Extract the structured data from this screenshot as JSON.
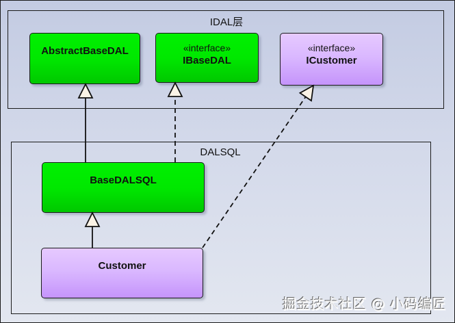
{
  "packages": {
    "idal": {
      "label": "IDAL层"
    },
    "dalsql": {
      "label": "DALSQL"
    }
  },
  "classes": {
    "abstract_base_dal": {
      "name": "AbstractBaseDAL",
      "stereotype": "",
      "color": "#00e000"
    },
    "ibase_dal": {
      "name": "IBaseDAL",
      "stereotype": "«interface»",
      "color": "#00e000"
    },
    "icustomer": {
      "name": "ICustomer",
      "stereotype": "«interface»",
      "color": "#d9b6ff"
    },
    "base_dal_sql": {
      "name": "BaseDALSQL",
      "stereotype": "",
      "color": "#00e000"
    },
    "customer": {
      "name": "Customer",
      "stereotype": "",
      "color": "#d9b6ff"
    }
  },
  "relationships": [
    {
      "from": "BaseDALSQL",
      "to": "AbstractBaseDAL",
      "type": "generalization",
      "line": "solid"
    },
    {
      "from": "BaseDALSQL",
      "to": "IBaseDAL",
      "type": "realization",
      "line": "dashed"
    },
    {
      "from": "Customer",
      "to": "ICustomer",
      "type": "realization",
      "line": "dashed"
    },
    {
      "from": "Customer",
      "to": "BaseDALSQL",
      "type": "generalization",
      "line": "solid"
    }
  ],
  "watermark": "掘金技术社区 @ 小码编匠"
}
